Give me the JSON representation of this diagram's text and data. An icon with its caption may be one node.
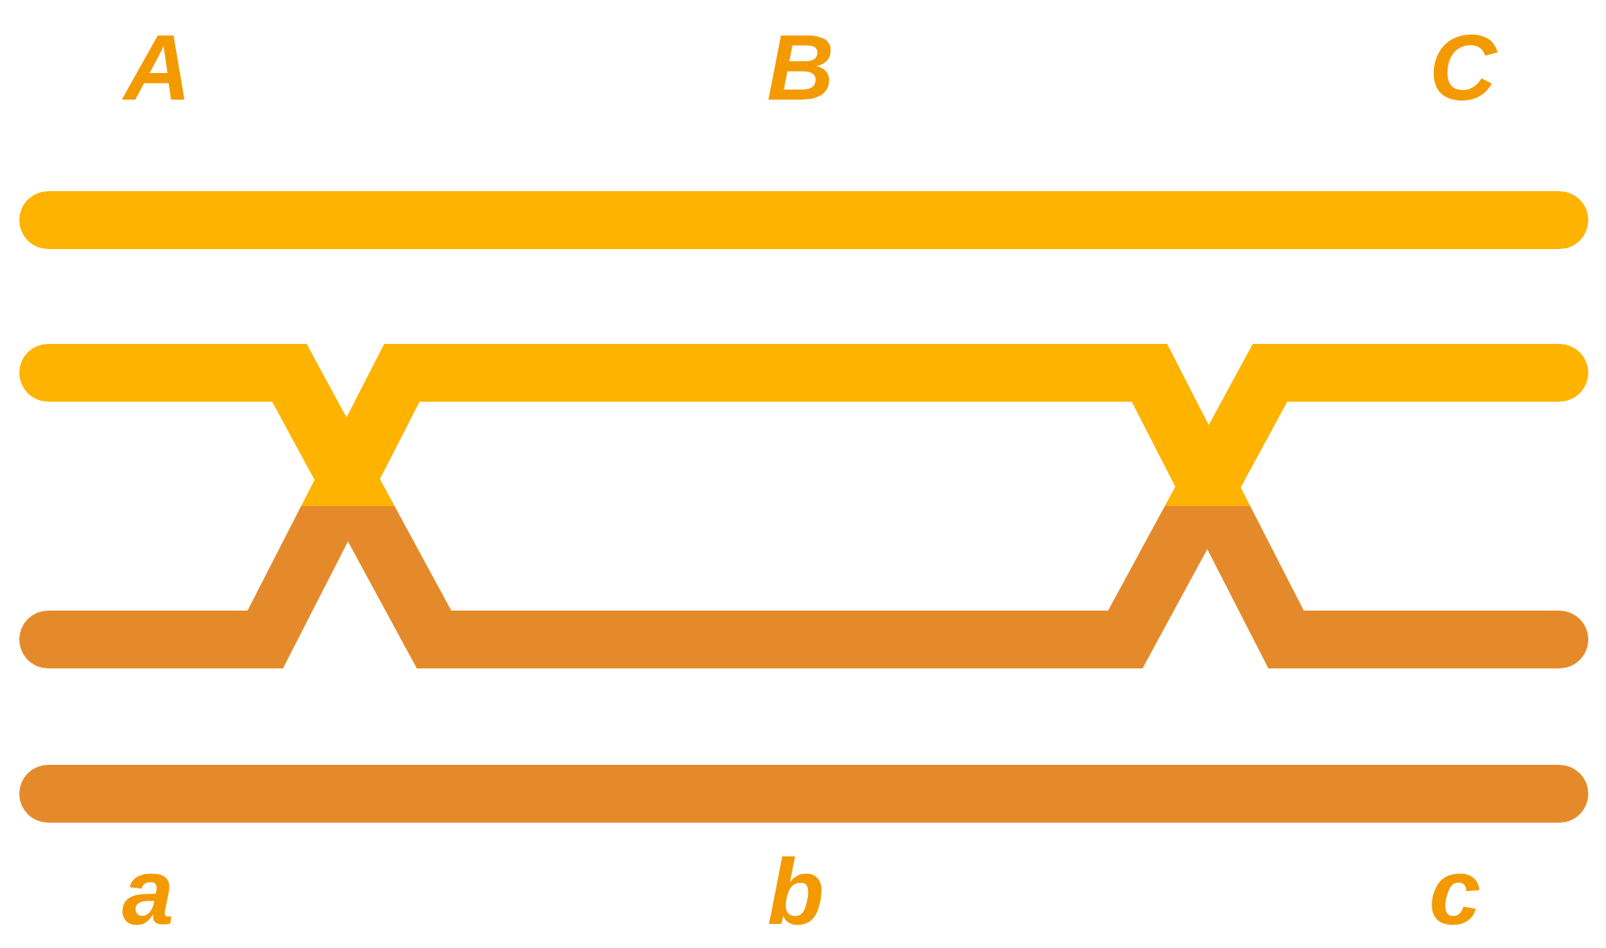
{
  "diagram": {
    "labels": [
      "A",
      "B",
      "C",
      "a",
      "b",
      "c"
    ]
  }
}
